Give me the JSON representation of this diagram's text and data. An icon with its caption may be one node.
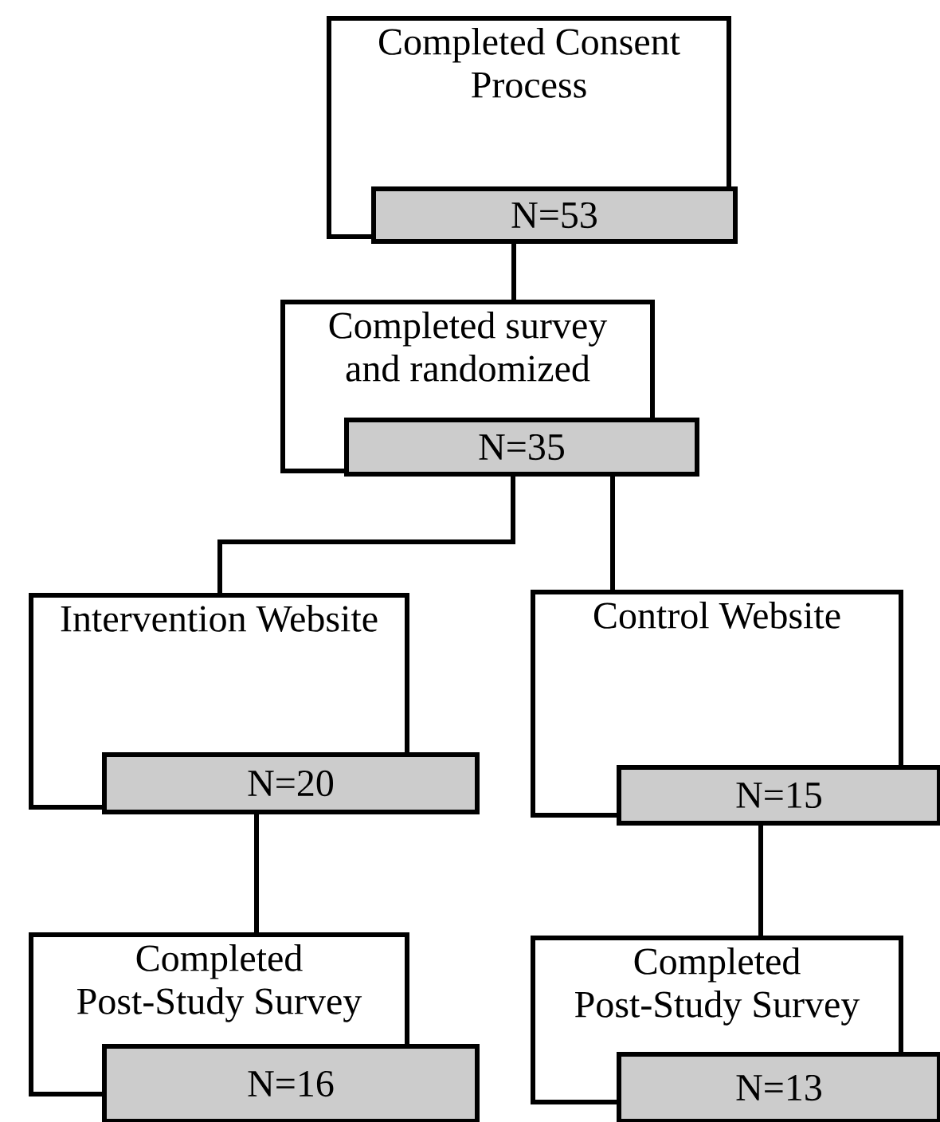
{
  "diagram": {
    "nodes": [
      {
        "text": [
          "Completed Consent Process"
        ]
      },
      {
        "text": [
          "N=53"
        ]
      },
      {
        "text": [
          "Completed survey and randomized"
        ]
      },
      {
        "text": [
          "N=35"
        ]
      },
      {
        "text": [
          "Intervention Website"
        ]
      },
      {
        "text": [
          "N=20"
        ]
      },
      {
        "text": [
          "Control Website"
        ]
      },
      {
        "text": [
          "N=15"
        ]
      },
      {
        "text": [
          "Completed Post-Study Survey"
        ]
      },
      {
        "text": [
          "N=16"
        ]
      },
      {
        "text": [
          "Completed Post-Study Survey"
        ]
      },
      {
        "text": [
          "N=13"
        ]
      }
    ],
    "edges": [
      {
        "from": 1,
        "to": 2,
        "arrow": "none"
      },
      {
        "from": 3,
        "to": 4,
        "arrow": "none"
      },
      {
        "from": 3,
        "to": 6,
        "arrow": "none"
      },
      {
        "from": 5,
        "to": 8,
        "arrow": "none"
      },
      {
        "from": 7,
        "to": 10,
        "arrow": "none"
      }
    ]
  }
}
